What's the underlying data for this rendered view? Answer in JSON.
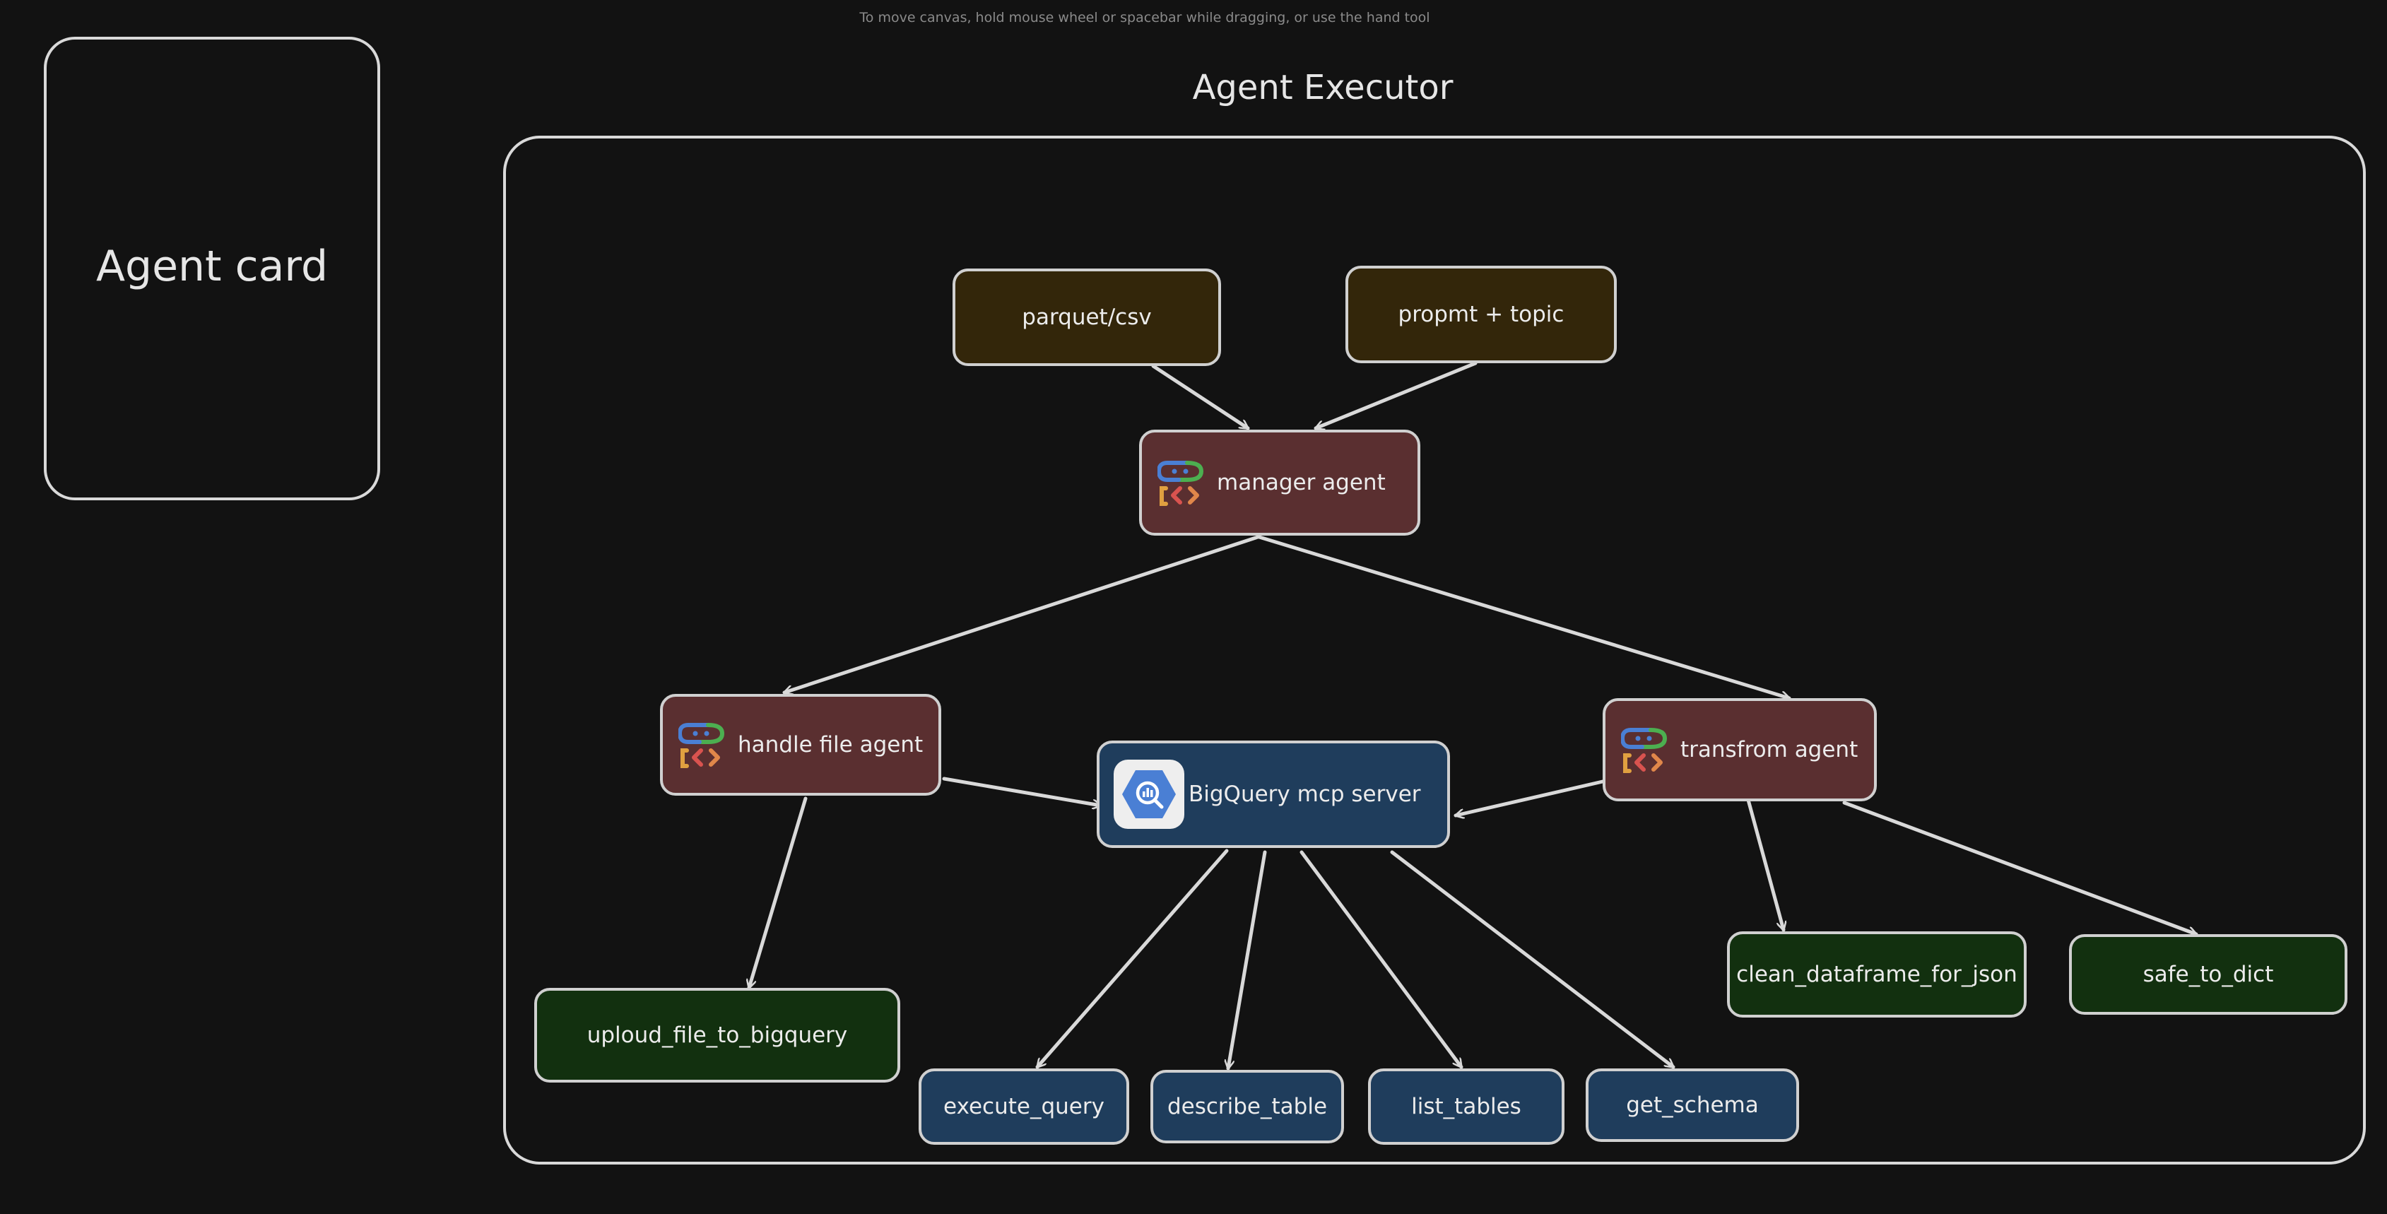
{
  "hint": "To move canvas, hold mouse wheel or spacebar while dragging, or use the hand tool",
  "agent_card": {
    "title": "Agent card"
  },
  "executor": {
    "title": "Agent Executor",
    "inputs": {
      "file": "parquet/csv",
      "prompt": "propmt + topic"
    },
    "agents": {
      "manager": "manager agent",
      "handle_file": "handle file agent",
      "transform": "transfrom agent"
    },
    "server": {
      "label": "BigQuery mcp server",
      "icon": "bigquery-icon"
    },
    "tools": {
      "execute_query": "execute_query",
      "describe_table": "describe_table",
      "list_tables": "list_tables",
      "get_schema": "get_schema"
    },
    "functions": {
      "upload": "uploud_file_to_bigquery",
      "clean": "clean_dataframe_for_json",
      "safe": "safe_to_dict"
    }
  },
  "colors": {
    "background": "#121212",
    "stroke": "#d9d9d9",
    "input_fill": "#33260a",
    "agent_fill": "#5a2f30",
    "server_fill": "#1f3d5c",
    "tool_fill": "#1f3d5c",
    "function_fill": "#12300f",
    "icon_blue": "#4a7fd4",
    "icon_green": "#4caf50",
    "icon_orange": "#e0874a",
    "icon_red": "#d9534f"
  }
}
